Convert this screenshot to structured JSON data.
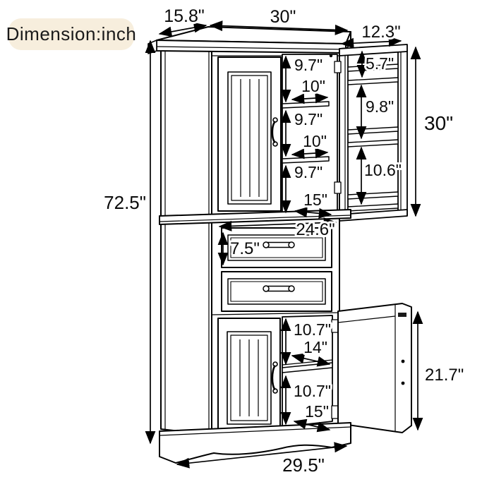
{
  "labels": {
    "unit_badge": "Dimension:inch",
    "overall_height": "72.5\"",
    "top_depth": "15.8\"",
    "top_width": "30\"",
    "upper_door_width": "12.3\"",
    "upper_door_height": "30\"",
    "upper_door_top_gap": "5.7\"",
    "upper_door_mid_gap": "9.8\"",
    "upper_door_bottom_gap": "10.6\"",
    "upper_opening_gap_1": "9.7\"",
    "upper_opening_gap_2": "9.7\"",
    "upper_opening_gap_3": "9.7\"",
    "upper_shelf_width_1": "10\"",
    "upper_shelf_width_2": "10\"",
    "upper_bottom_width": "15\"",
    "drawer_width": "24.6\"",
    "drawer_height": "7.5\"",
    "lower_opening_gap_1": "10.7\"",
    "lower_shelf_width": "14\"",
    "lower_opening_gap_2": "10.7\"",
    "lower_bottom_width": "15\"",
    "lower_door_height": "21.7\"",
    "base_width": "29.5\""
  },
  "colors": {
    "line": "#000000",
    "text": "#0a0a0a",
    "badge_background": "#f7eedd",
    "background": "#ffffff"
  }
}
